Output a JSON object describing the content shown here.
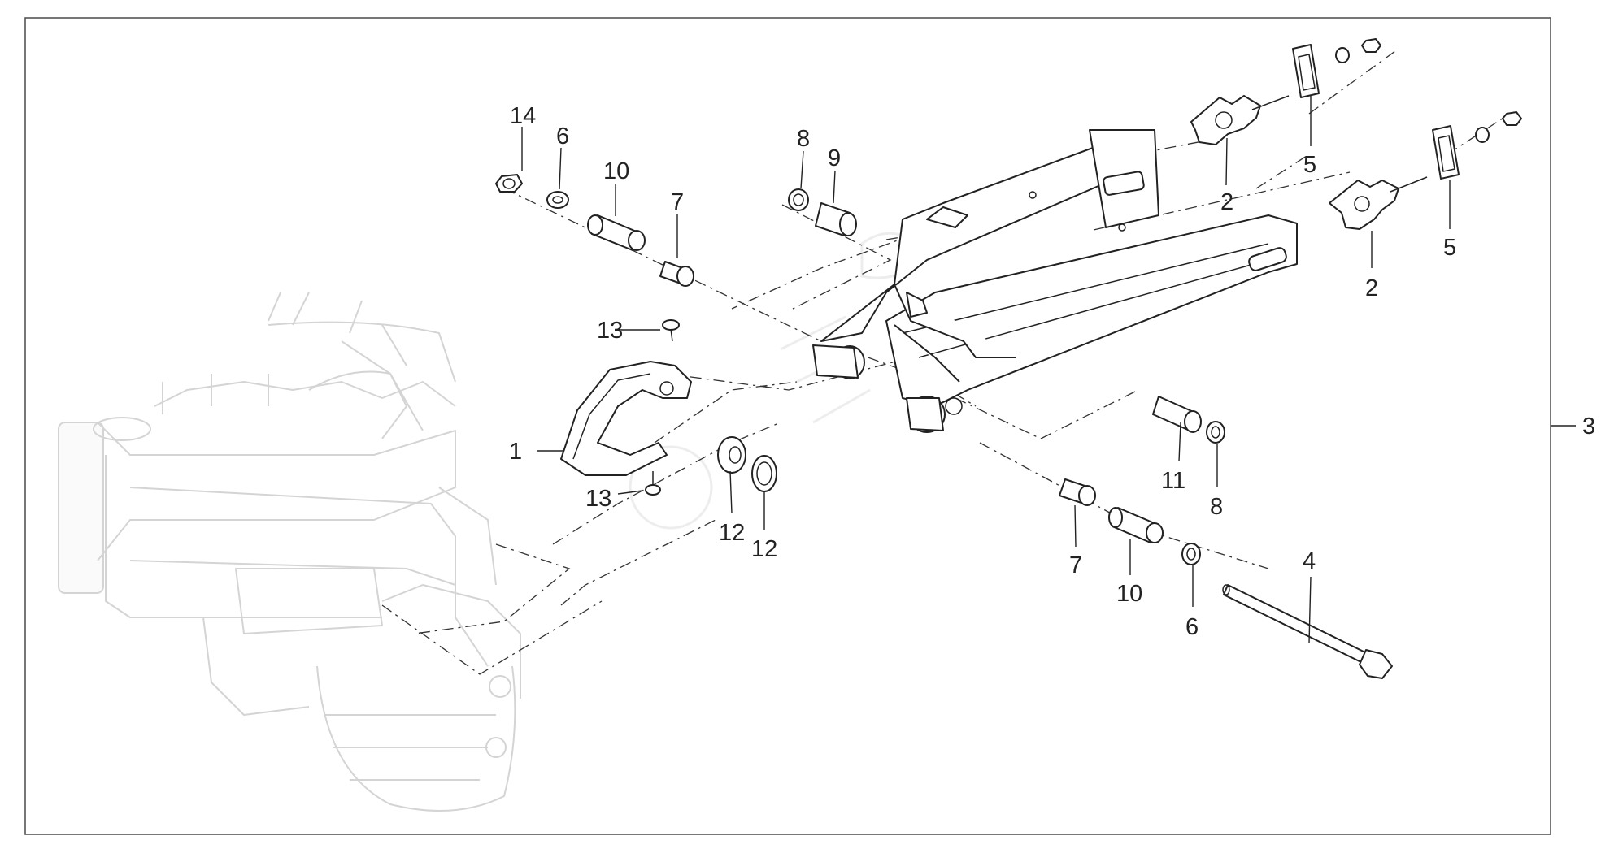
{
  "callouts": {
    "c1": "1",
    "c2a": "2",
    "c2b": "2",
    "c3": "3",
    "c4": "4",
    "c5a": "5",
    "c5b": "5",
    "c6a": "6",
    "c6b": "6",
    "c7a": "7",
    "c7b": "7",
    "c8a": "8",
    "c8b": "8",
    "c9": "9",
    "c10a": "10",
    "c10b": "10",
    "c11": "11",
    "c12a": "12",
    "c12b": "12",
    "c13a": "13",
    "c13b": "13",
    "c14": "14"
  },
  "colors": {
    "line": "#222222",
    "ghost_frame": "#d4d4d4",
    "border": "#555555"
  }
}
